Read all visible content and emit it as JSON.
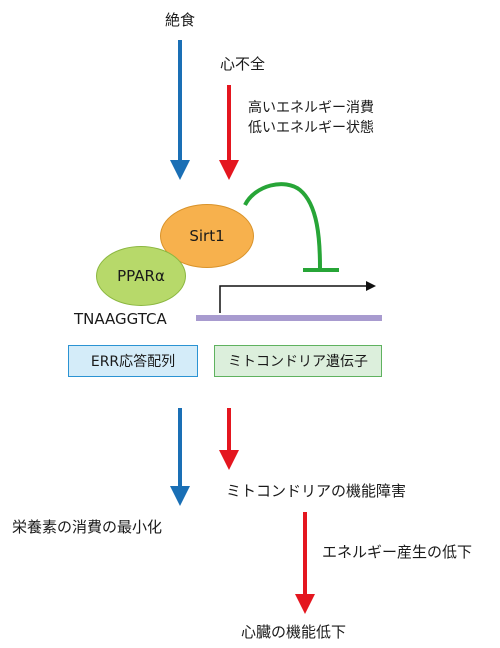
{
  "labels": {
    "fasting": "絶食",
    "heart_failure": "心不全",
    "energy_state_line1": "高いエネルギー消費",
    "energy_state_line2": "低いエネルギー状態",
    "sirt1": "Sirt1",
    "ppar": "PPARα",
    "sequence": "TNAAGGTCA",
    "err_box": "ERR応答配列",
    "mito_gene_box": "ミトコンドリア遺伝子",
    "nutrient_min": "栄養素の消費の最小化",
    "mito_dysfunction": "ミトコンドリアの機能障害",
    "energy_decline": "エネルギー産生の低下",
    "heart_decline": "心臓の機能低下"
  },
  "colors": {
    "blue_arrow": "#1a6fb5",
    "red_arrow": "#e4161f",
    "inhibition": "#27a537",
    "sirt1_fill": "#f7b14d",
    "ppar_fill": "#b7d96a",
    "dna_bar": "#a89bcf",
    "err_box_fill": "#d4ecf9",
    "err_box_border": "#2b93d3",
    "mito_box_fill": "#dcefdc",
    "mito_box_border": "#5fb25f"
  }
}
